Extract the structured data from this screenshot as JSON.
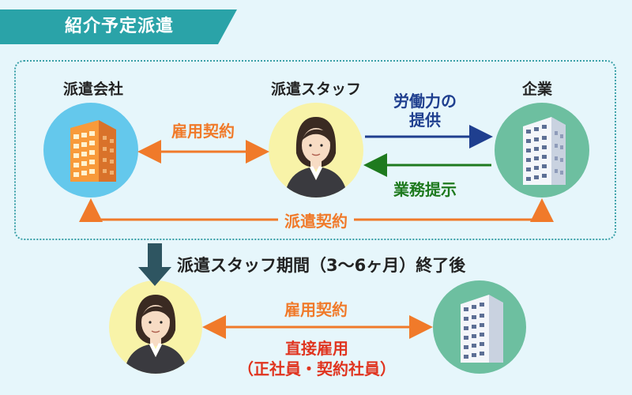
{
  "title": "紹介予定派遣",
  "nodes": {
    "agency": "派遣会社",
    "staff": "派遣スタッフ",
    "company": "企業"
  },
  "labels": {
    "employment_contract": "雇用契約",
    "labor_line1": "労働力の",
    "labor_line2": "提供",
    "work_instruction": "業務提示",
    "dispatch_contract": "派遣契約",
    "period": "派遣スタッフ期間（3〜6ヶ月）終了後",
    "employment_contract_2": "雇用契約",
    "direct_line1": "直接雇用",
    "direct_line2": "（正社員・契約社員）"
  },
  "colors": {
    "teal": "#2aa3a8",
    "orange": "#f07a2a",
    "blue": "#1f3f8f",
    "green": "#1e7a1e",
    "red": "#e0341f"
  },
  "icons": {
    "agency": "office-building-icon",
    "staff": "businesswoman-icon",
    "company": "office-tower-icon"
  }
}
